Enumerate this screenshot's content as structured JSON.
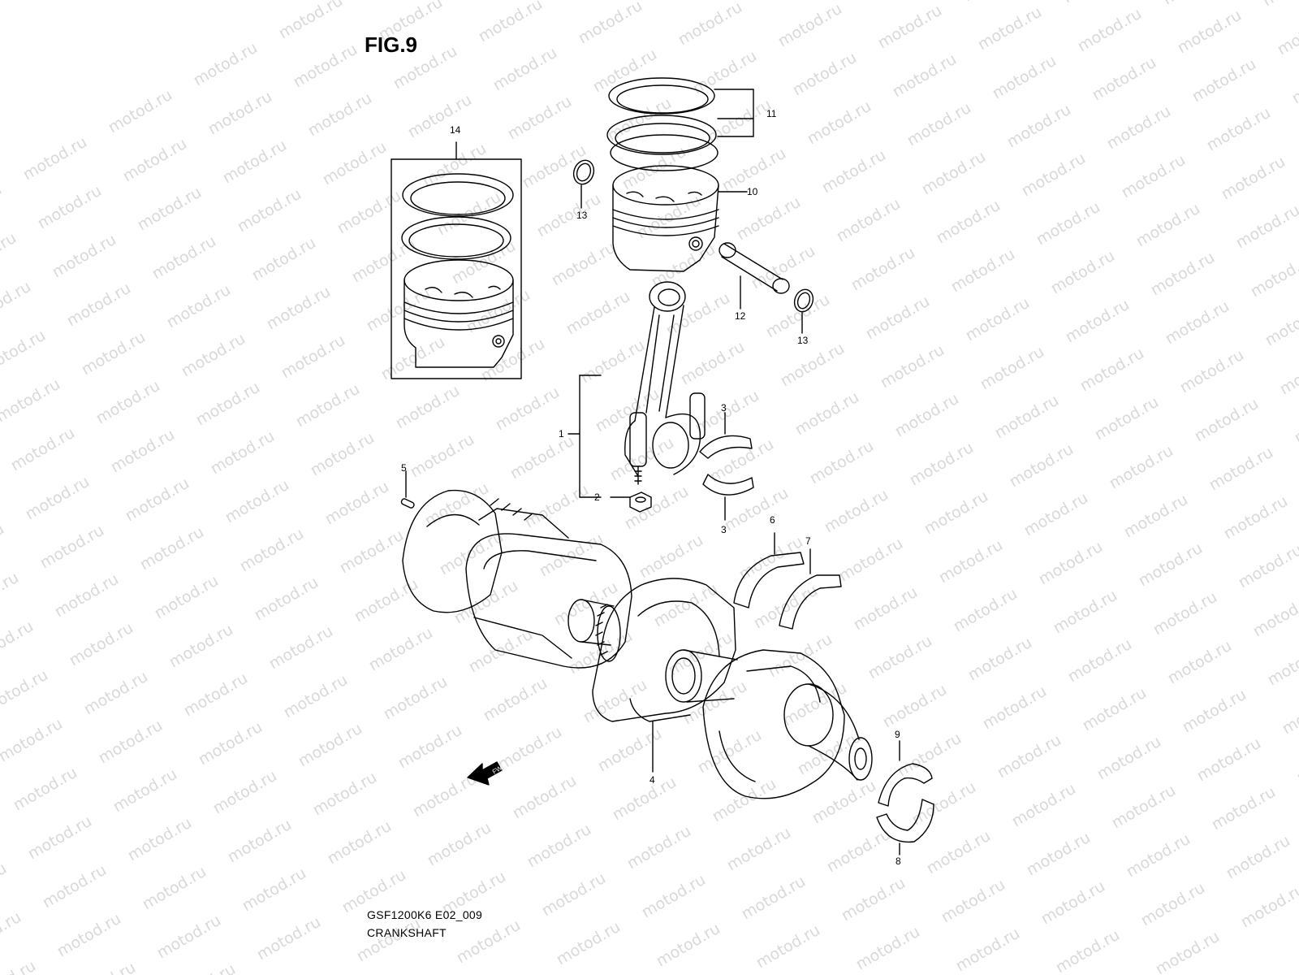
{
  "figure": {
    "title": "FIG.9",
    "code": "GSF1200K6 E02_009",
    "caption": "CRANKSHAFT"
  },
  "watermark": "motod.ru",
  "fwd_label": "FWD",
  "callouts": [
    "1",
    "2",
    "3",
    "3",
    "4",
    "5",
    "6",
    "7",
    "8",
    "9",
    "10",
    "11",
    "12",
    "13",
    "13",
    "14"
  ]
}
